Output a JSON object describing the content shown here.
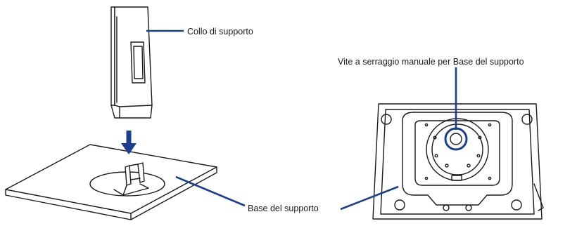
{
  "labels": {
    "neck": "Collo di supporto",
    "screw": "Vite a serraggio manuale per Base del supporto",
    "base": "Base del supporto"
  },
  "colors": {
    "callout": "#1b3f8f",
    "outline": "#1a1a1a"
  },
  "icons": {
    "insert_arrow": "arrow-down-icon",
    "screw_marker": "circle-marker-icon"
  }
}
